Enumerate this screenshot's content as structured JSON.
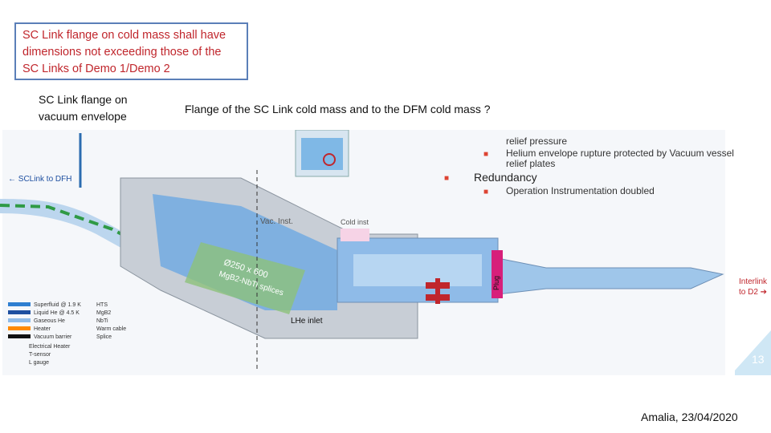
{
  "header": {
    "note_box_text": "SC Link flange on cold mass shall have dimensions not exceeding those of the SC Links of Demo 1/Demo 2",
    "label_vacuum_flange": "SC Link flange on vacuum envelope",
    "label_cold_mass_flange": "Flange of the SC Link cold mass and to the DFM cold mass ?"
  },
  "diagram": {
    "left_label": "← SCLink\nto DFH",
    "bullets": {
      "item1": "relief pressure",
      "item2": "Helium envelope rupture protected by Vacuum vessel",
      "item3": "relief plates",
      "item4": "Redundancy",
      "item5": "Operation Instrumentation doubled"
    },
    "labels": {
      "vac_inst": "Vac. Inst.",
      "cold_inst": "Cold inst",
      "plug": "Plug",
      "splice": "Ø250 x 600",
      "splice2": "MgB2-NbTi splices",
      "heat_out": "LHe inlet",
      "interlink": "Interlink",
      "to_d2": "to D2 ➔",
      "page_num": "13"
    },
    "legend": {
      "superfluid": "Superfluid @ 1.9 K",
      "liquid": "Liquid He @ 4.5 K",
      "gaseous": "Gaseous He",
      "heater": "Heater",
      "vacuum": "Vacuum barrier",
      "hts": "HTS",
      "mgb2": "MgB2",
      "nbti": "NbTi",
      "warm": "Warm cable",
      "splice": "Splice",
      "elec_heater": "Electrical Heater",
      "tsensor": "T-sensor",
      "lgauge": "L gauge"
    },
    "colors": {
      "box_border": "#5b7fb8",
      "note_text": "#c0262c",
      "superfluid": "#2f7fd1",
      "liquid": "#1e4fa0",
      "splice": "#c0262c"
    }
  },
  "footer": {
    "credit": "Amalia, 23/04/2020"
  }
}
